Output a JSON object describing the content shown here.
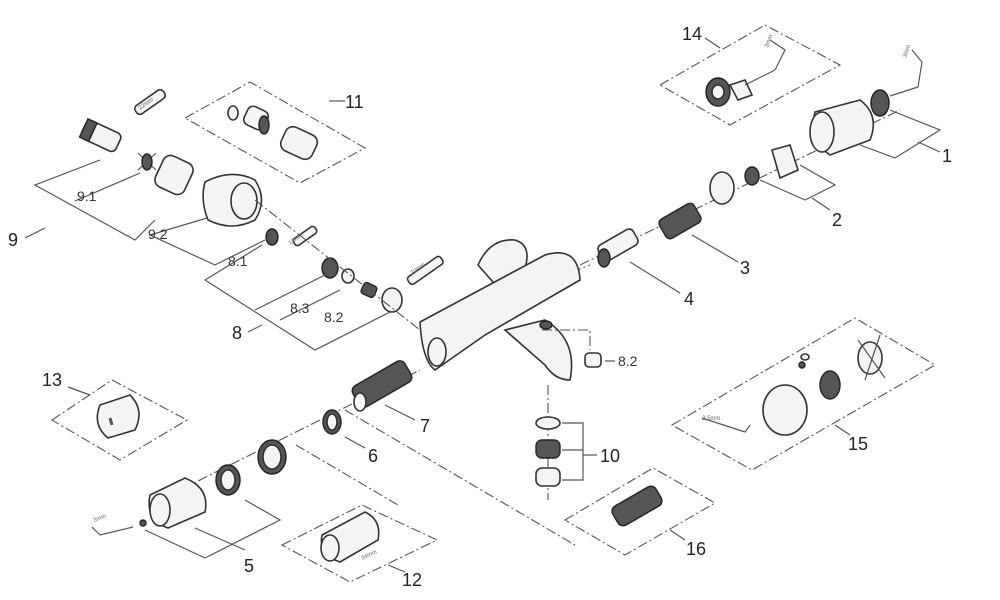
{
  "diagram": {
    "type": "exploded-parts-view",
    "subject": "wall-mounted thermostatic bath mixer",
    "callouts": {
      "c1": "1",
      "c2": "2",
      "c3": "3",
      "c4": "4",
      "c5": "5",
      "c6": "6",
      "c7": "7",
      "c8": "8",
      "c8_1": "8.1",
      "c8_2": "8.2",
      "c8_3": "8.3",
      "c8_2b": "8.2",
      "c9": "9",
      "c9_1": "9.1",
      "c9_2": "9.2",
      "c10": "10",
      "c11": "11",
      "c12": "12",
      "c13": "13",
      "c14": "14",
      "c15": "15",
      "c16": "16"
    },
    "tool_sizes": {
      "t22": "22mm",
      "t12": "12mm",
      "t30": "30mm",
      "t3a": "3mm",
      "t3b": "3mm",
      "t3c": "3mm",
      "t25": "2.5mm",
      "t34": "34mm"
    }
  }
}
